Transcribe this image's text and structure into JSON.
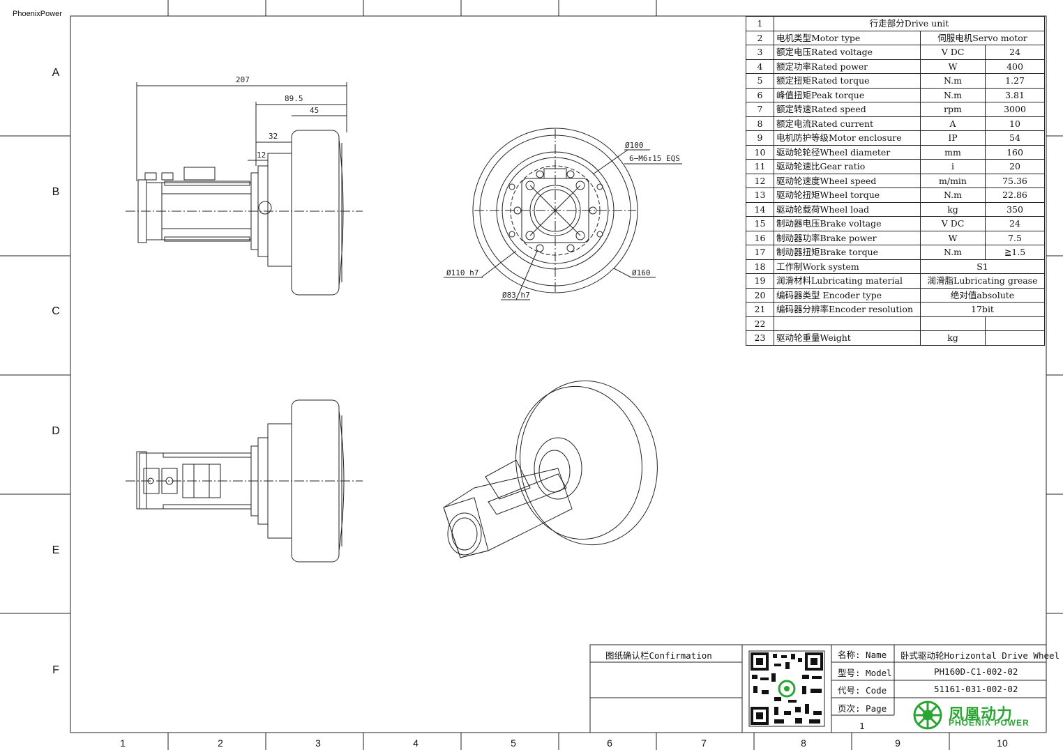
{
  "brand": "PhoenixPower",
  "row_labels": [
    "A",
    "B",
    "C",
    "D",
    "E",
    "F"
  ],
  "col_labels": [
    "1",
    "2",
    "3",
    "4",
    "5",
    "6",
    "7",
    "8",
    "9",
    "10"
  ],
  "dimensions": {
    "total_length": "207",
    "flange_to_face": "89.5",
    "wheel_width": "45",
    "d32": "32",
    "d12": "12",
    "d100": "Ø100",
    "holes": "6−M6↧15 EQS",
    "d110": "Ø110 h7",
    "d83": "Ø83 h7",
    "d160": "Ø160"
  },
  "spec_table": {
    "rows": [
      {
        "n": "1",
        "param": "行走部分Drive unit",
        "unit": "",
        "value": "",
        "merged": true
      },
      {
        "n": "2",
        "param": "电机类型Motor type",
        "unit": "伺服电机Servo motor",
        "value": "",
        "span": true
      },
      {
        "n": "3",
        "param": "额定电压Rated voltage",
        "unit": "V DC",
        "value": "24"
      },
      {
        "n": "4",
        "param": "额定功率Rated power",
        "unit": "W",
        "value": "400"
      },
      {
        "n": "5",
        "param": "额定扭矩Rated torque",
        "unit": "N.m",
        "value": "1.27"
      },
      {
        "n": "6",
        "param": "峰值扭矩Peak torque",
        "unit": "N.m",
        "value": "3.81"
      },
      {
        "n": "7",
        "param": "额定转速Rated speed",
        "unit": "rpm",
        "value": "3000"
      },
      {
        "n": "8",
        "param": "额定电流Rated current",
        "unit": "A",
        "value": "10"
      },
      {
        "n": "9",
        "param": "电机防护等级Motor enclosure",
        "unit": "IP",
        "value": "54"
      },
      {
        "n": "10",
        "param": "驱动轮轮径Wheel diameter",
        "unit": "mm",
        "value": "160"
      },
      {
        "n": "11",
        "param": "驱动轮速比Gear ratio",
        "unit": "i",
        "value": "20"
      },
      {
        "n": "12",
        "param": "驱动轮速度Wheel speed",
        "unit": "m/min",
        "value": "75.36"
      },
      {
        "n": "13",
        "param": "驱动轮扭矩Wheel torque",
        "unit": "N.m",
        "value": "22.86"
      },
      {
        "n": "14",
        "param": "驱动轮载荷Wheel load",
        "unit": "kg",
        "value": "350"
      },
      {
        "n": "15",
        "param": "制动器电压Brake voltage",
        "unit": "V DC",
        "value": "24"
      },
      {
        "n": "16",
        "param": "制动器功率Brake power",
        "unit": "W",
        "value": "7.5"
      },
      {
        "n": "17",
        "param": "制动器扭矩Brake torque",
        "unit": "N.m",
        "value": "≧1.5"
      },
      {
        "n": "18",
        "param": "工作制Work system",
        "unit": "S1",
        "value": "",
        "span": true
      },
      {
        "n": "19",
        "param": "润滑材料Lubricating material",
        "unit": "润滑脂Lubricating grease",
        "value": "",
        "span": true
      },
      {
        "n": "20",
        "param": "编码器类型 Encoder type",
        "unit": "绝对值absolute",
        "value": "",
        "span": true
      },
      {
        "n": "21",
        "param": "编码器分辨率Encoder resolution",
        "unit": "17bit",
        "value": "",
        "span": true
      },
      {
        "n": "22",
        "param": "",
        "unit": "",
        "value": ""
      },
      {
        "n": "23",
        "param": "驱动轮重量Weight",
        "unit": "kg",
        "value": ""
      }
    ]
  },
  "title_block": {
    "confirmation": "图纸确认栏Confirmation",
    "name_label": "名称: Name",
    "name_value": "卧式驱动轮Horizontal Drive Wheel",
    "model_label": "型号: Model",
    "model_value": "PH160D-C1-002-02",
    "code_label": "代号: Code",
    "code_value": "51161-031-002-02",
    "page_label": "页次: Page",
    "page_value": "1",
    "logo_cn": "凤凰动力",
    "logo_en": "PHOENIX POWER"
  }
}
